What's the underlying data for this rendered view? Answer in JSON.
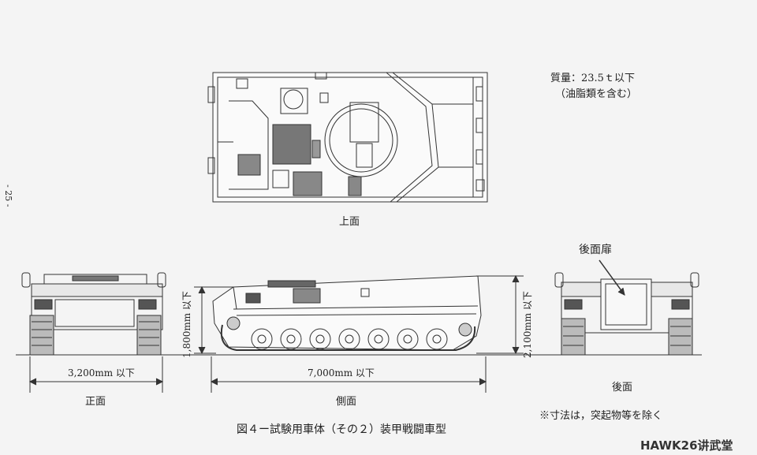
{
  "page_number": "- 25 -",
  "mass": {
    "line1": "質量：23.5ｔ以下",
    "line2": "（油脂類を含む）"
  },
  "views": {
    "top": "上面",
    "front": "正面",
    "side": "側面",
    "rear": "後面"
  },
  "dimensions": {
    "front_width": "3,200mm 以下",
    "side_length": "7,000mm 以下",
    "side_height_1": "1,800mm 以下",
    "side_height_2": "2,100mm 以下"
  },
  "rear_door_label": "後面扉",
  "note": "※寸法は，突起物等を除く",
  "caption": "図４ー試験用車体（その２）装甲戦闘車型",
  "watermark": "HAWK26讲武堂"
}
